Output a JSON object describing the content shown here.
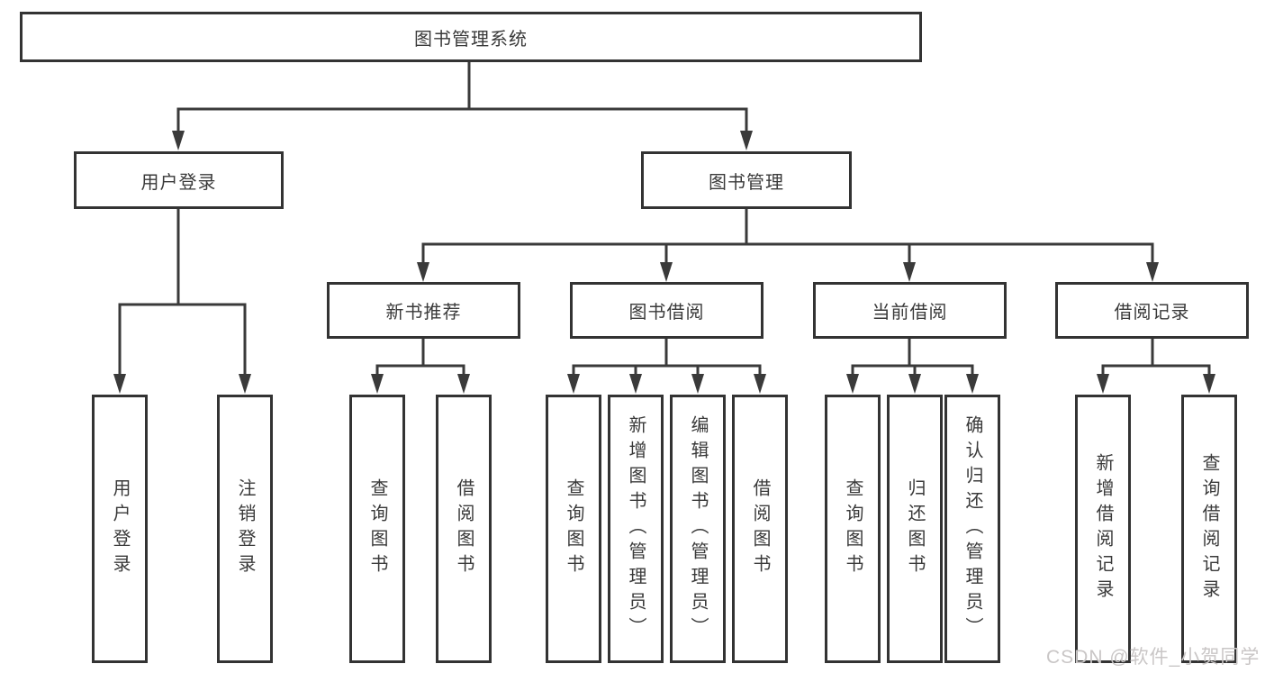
{
  "colors": {
    "line": "#3a3a3a",
    "box_border": "#333333",
    "text": "#3a3a3a",
    "watermark_text": "#c9c6c6",
    "background": "#ffffff"
  },
  "diagram": {
    "root": {
      "label": "图书管理系统"
    },
    "children": [
      {
        "label": "用户登录",
        "children": [
          {
            "label": "用户登录"
          },
          {
            "label": "注销登录"
          }
        ]
      },
      {
        "label": "图书管理",
        "children": [
          {
            "label": "新书推荐",
            "children": [
              {
                "label": "查询图书"
              },
              {
                "label": "借阅图书"
              }
            ]
          },
          {
            "label": "图书借阅",
            "children": [
              {
                "label": "查询图书"
              },
              {
                "label": "新增图书（管理员）"
              },
              {
                "label": "编辑图书（管理员）"
              },
              {
                "label": "借阅图书"
              }
            ]
          },
          {
            "label": "当前借阅",
            "children": [
              {
                "label": "查询图书"
              },
              {
                "label": "归还图书"
              },
              {
                "label": "确认归还（管理员）"
              }
            ]
          },
          {
            "label": "借阅记录",
            "children": [
              {
                "label": "新增借阅记录"
              },
              {
                "label": "查询借阅记录"
              }
            ]
          }
        ]
      }
    ]
  },
  "watermark": {
    "text": "CSDN @软件_小贺同学"
  }
}
